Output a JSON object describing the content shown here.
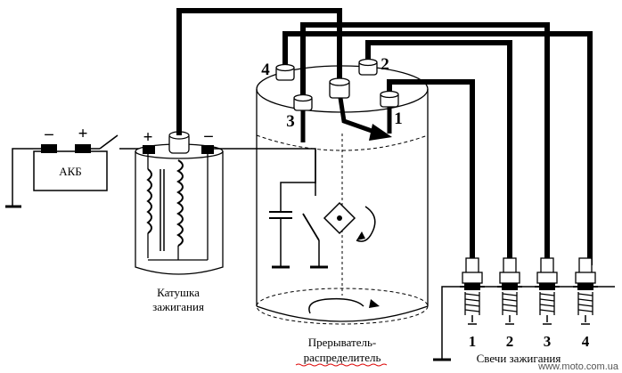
{
  "battery": {
    "label": "АКБ",
    "minus": "–",
    "plus": "+"
  },
  "coil": {
    "label_line1": "Катушка",
    "label_line2": "зажигания",
    "plus": "+",
    "minus": "–"
  },
  "distributor": {
    "label_line1": "Прерыватель-",
    "label_line2": "распределитель",
    "terminals": [
      "4",
      "2",
      "3",
      "1"
    ]
  },
  "spark_plugs": {
    "label": "Свечи зажигания",
    "numbers": [
      "1",
      "2",
      "3",
      "4"
    ]
  },
  "watermark": "www.moto.com.ua"
}
